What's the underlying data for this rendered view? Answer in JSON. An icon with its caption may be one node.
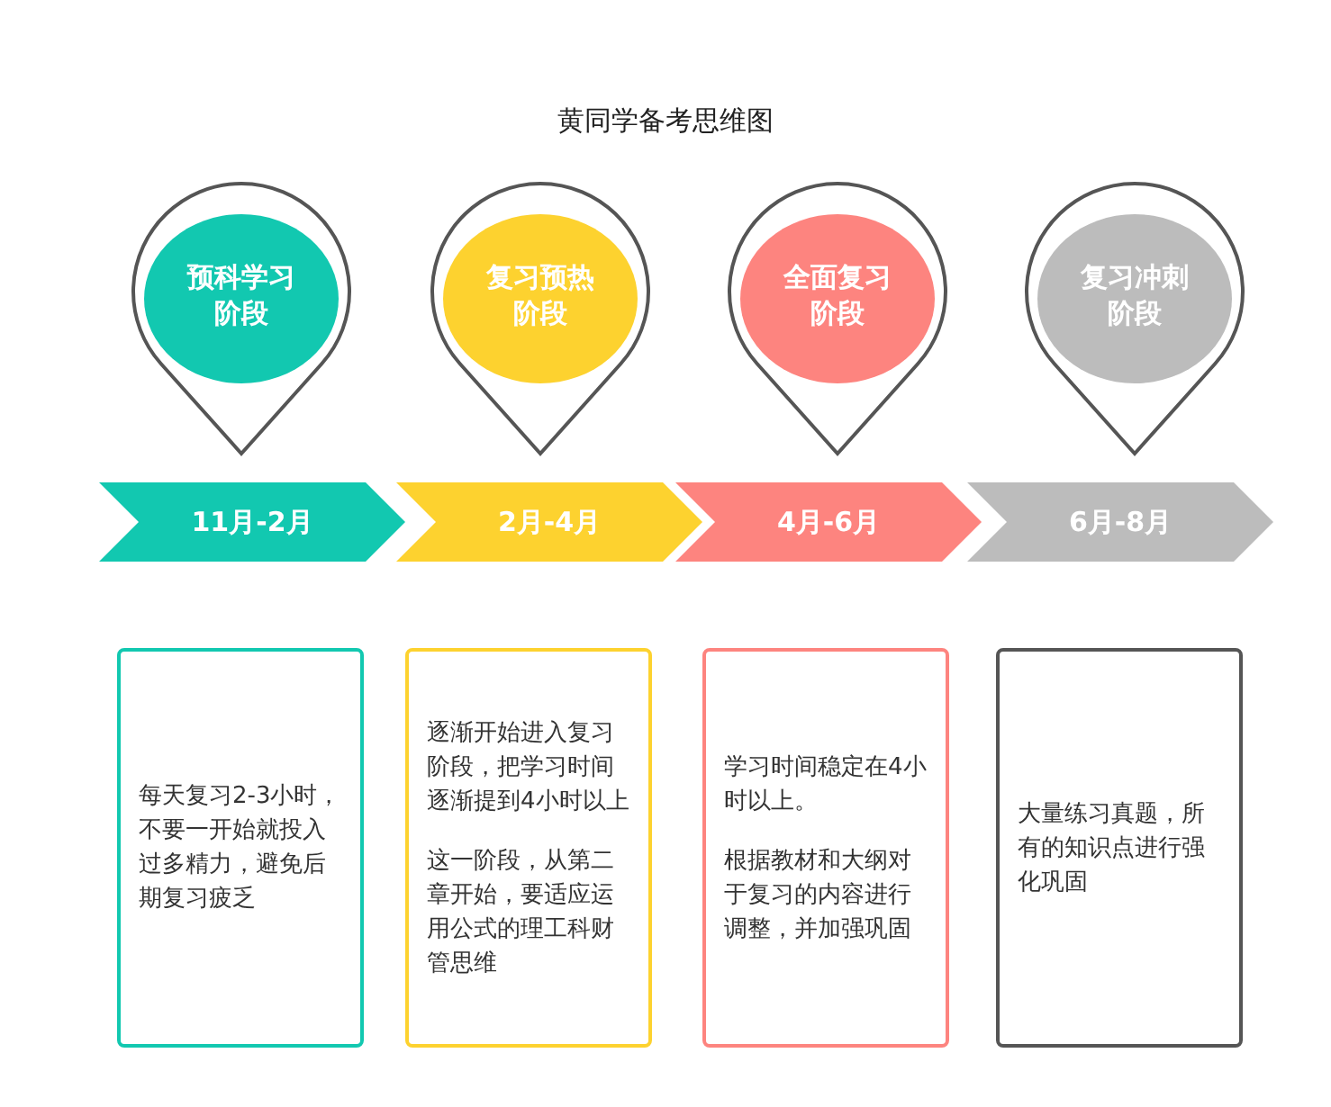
{
  "diagram": {
    "title": "黄同学备考思维图",
    "nodes": [
      {
        "text": [
          "预科学习阶段"
        ]
      },
      {
        "text": [
          "复习预热阶段"
        ]
      },
      {
        "text": [
          "全面复习阶段"
        ]
      },
      {
        "text": [
          "复习冲刺阶段"
        ]
      },
      {
        "text": [
          "11月-2月"
        ]
      },
      {
        "text": [
          "2月-4月"
        ]
      },
      {
        "text": [
          "4月-6月"
        ]
      },
      {
        "text": [
          "6月-8月"
        ]
      },
      {
        "text": [
          "每天复习2-3小时，不要一开始就投入过多精力，避免后期复习疲乏"
        ]
      },
      {
        "text": [
          "逐渐开始进入复习阶段，把学习时间逐渐提到4小时以上",
          "这一阶段，从第二章开始，要适应运用公式的理工科财管思维"
        ]
      },
      {
        "text": [
          "学习时间稳定在4小时以上。",
          "根据教材和大纲对于复习的内容进行调整，并加强巩固"
        ]
      },
      {
        "text": [
          "大量练习真题，所有的知识点进行强化巩固"
        ]
      }
    ]
  }
}
